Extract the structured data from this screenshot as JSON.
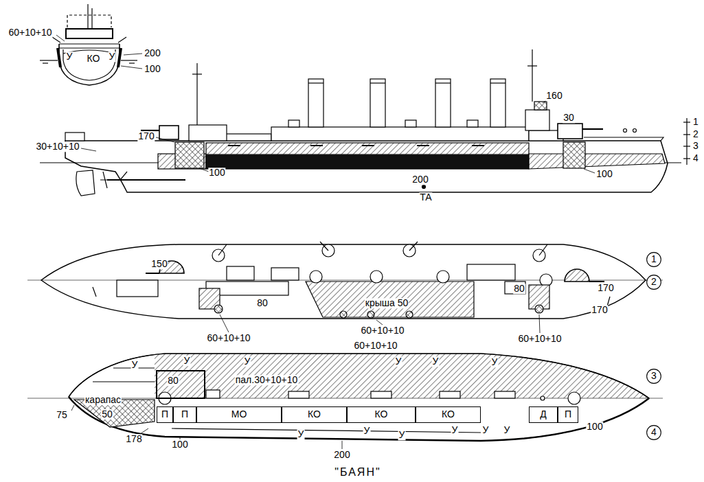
{
  "diagram": {
    "caption": "\"БАЯН\"",
    "nodes": [
      {
        "text": [
          "1"
        ]
      },
      {
        "text": [
          "2"
        ]
      },
      {
        "text": [
          "3"
        ]
      },
      {
        "text": [
          "П"
        ]
      },
      {
        "text": [
          "П"
        ]
      },
      {
        "text": [
          "МО"
        ]
      },
      {
        "text": [
          "КО"
        ]
      },
      {
        "text": [
          "КО"
        ]
      },
      {
        "text": [
          "КО"
        ]
      },
      {
        "text": [
          "Д"
        ]
      },
      {
        "text": [
          "П"
        ]
      },
      {
        "text": [
          "4"
        ]
      }
    ],
    "labels": [
      "60+10+10",
      "200",
      "100",
      "У",
      "КО",
      "У",
      "170",
      "30+10+10",
      "100",
      "200",
      "ТА",
      "100",
      "160",
      "30",
      "1",
      "2",
      "3",
      "4",
      "150",
      "80",
      "крыша 50",
      "60+10+10",
      "60+10+10",
      "60+10+10",
      "80",
      "170",
      "170",
      "У",
      "У",
      "У",
      "У",
      "У",
      "У",
      "60+10+10",
      "80",
      "пал.30+10+10",
      "карапас",
      "50",
      "75",
      "178",
      "100",
      "200",
      "100",
      "У",
      "У",
      "У",
      "У",
      "У",
      "У"
    ]
  }
}
